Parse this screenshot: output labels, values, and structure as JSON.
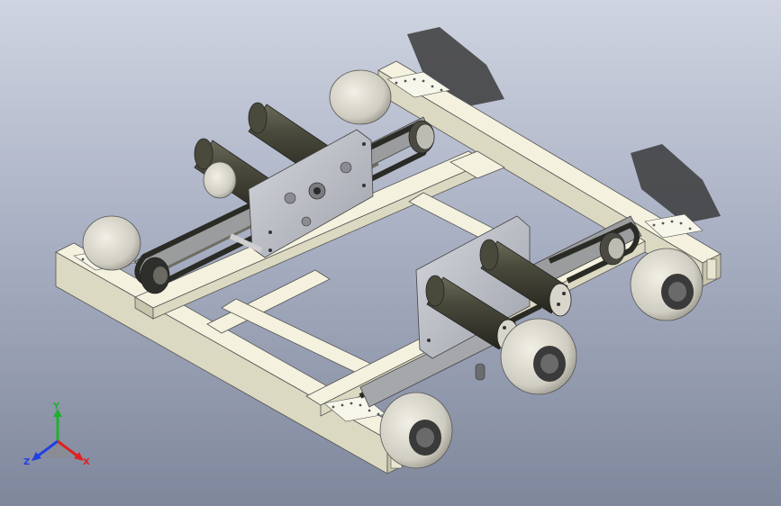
{
  "scene": {
    "view": "isometric",
    "subject": "",
    "colors": {
      "background_top": "#cfd4e0",
      "background_bottom": "#7f879c",
      "frame": "#efedd8",
      "frame_shadow": "#c9c6ad",
      "motor": "#3a3a2f",
      "belt": "#2b2b26",
      "plate": "#b9bcc4",
      "wheel": "#d6d4c8",
      "hub": "#3a3a3a"
    },
    "components": {
      "motors": 4,
      "wheels": 6,
      "belts": 4,
      "gearbox_plates": 2
    }
  },
  "triad": {
    "x_label": "X",
    "y_label": "Y",
    "z_label": "Z",
    "x_color": "#e02020",
    "y_color": "#20b030",
    "z_color": "#2040e0"
  }
}
